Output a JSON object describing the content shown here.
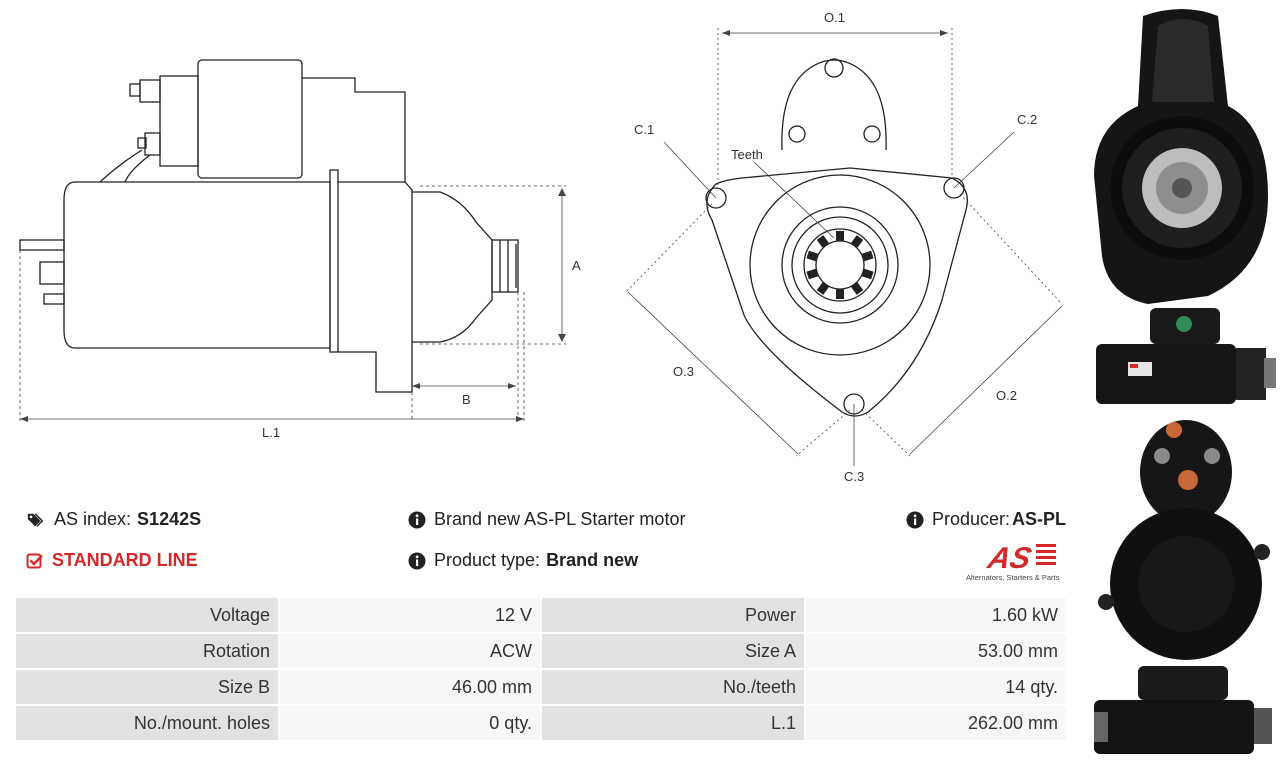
{
  "diagram": {
    "labels": {
      "o1": "O.1",
      "o2": "O.2",
      "o3": "O.3",
      "c1": "C.1",
      "c2": "C.2",
      "c3": "C.3",
      "teeth": "Teeth",
      "a": "A",
      "b": "B",
      "l1": "L.1"
    }
  },
  "product": {
    "as_index_label": "AS index:",
    "as_index_value": "S1242S",
    "line": "STANDARD LINE",
    "description": "Brand new AS-PL Starter motor",
    "type_label": "Product type:",
    "type_value": "Brand new",
    "producer_label": "Producer:",
    "producer_value": "AS-PL",
    "logo_text": "AS",
    "logo_tagline": "Alternators, Starters & Parts",
    "accent_color": "#d62828"
  },
  "specs": [
    [
      "Voltage",
      "12 V",
      "Power",
      "1.60 kW"
    ],
    [
      "Rotation",
      "ACW",
      "Size A",
      "53.00 mm"
    ],
    [
      "Size B",
      "46.00 mm",
      "No./teeth",
      "14 qty."
    ],
    [
      "No./mount. holes",
      "0 qty.",
      "L.1",
      "262.00 mm"
    ]
  ]
}
